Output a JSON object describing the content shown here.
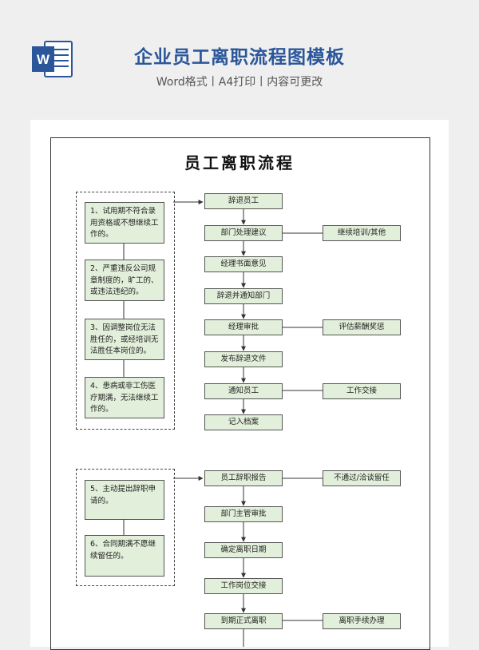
{
  "header": {
    "title": "企业员工离职流程图模板",
    "subtitle": "Word格式丨A4打印丨内容可更改"
  },
  "document": {
    "title": "员工离职流程",
    "section1": {
      "reasons": [
        "1、试用期不符合录用资格或不想继续工作的。",
        "2、严重违反公司规章制度的，旷工的、或违法违纪的。",
        "3、因调整岗位无法胜任的，或经培训无法胜任本岗位的。",
        "4、患病或非工伤医疗期满，无法继续工作的。"
      ],
      "steps": [
        "辞退员工",
        "部门处理建议",
        "经理书面意见",
        "辞退并通知部门",
        "经理审批",
        "发布辞退文件",
        "通知员工",
        "记入档案"
      ],
      "side_notes": {
        "step_1": "继续培训/其他",
        "step_4": "评估薪酬奖惩",
        "step_6": "工作交接"
      }
    },
    "section2": {
      "reasons": [
        "5、主动提出辞职申请的。",
        "6、合同期满不愿继续留任的。"
      ],
      "steps": [
        "员工辞职报告",
        "部门主管审批",
        "确定离职日期",
        "工作岗位交接",
        "到期正式离职"
      ],
      "side_notes": {
        "step_0": "不通过/洽谈留任",
        "step_4": "离职手续办理"
      }
    }
  }
}
